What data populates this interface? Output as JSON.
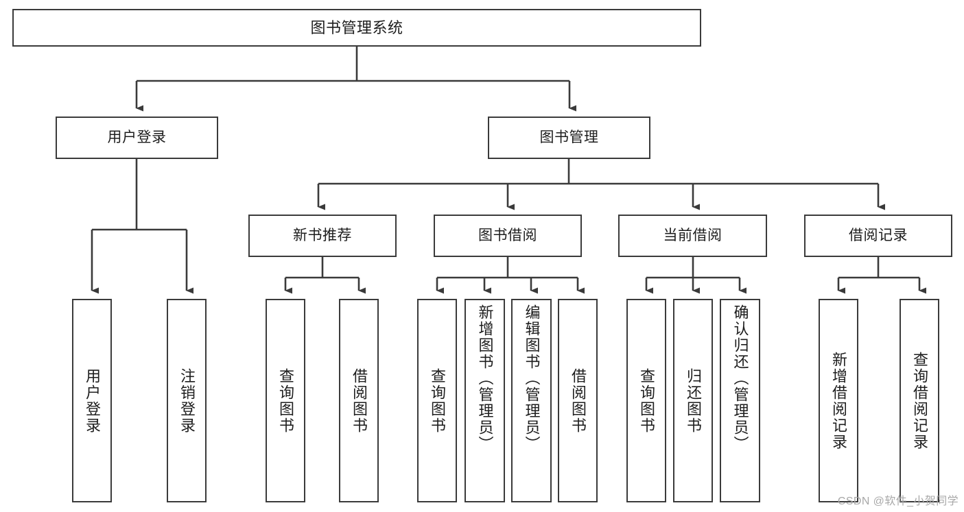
{
  "diagram": {
    "title": "图书管理系统",
    "type": "hierarchy-tree",
    "root": {
      "label": "图书管理系统"
    },
    "level2": [
      {
        "label": "用户登录"
      },
      {
        "label": "图书管理"
      }
    ],
    "level3": [
      {
        "label": "新书推荐"
      },
      {
        "label": "图书借阅"
      },
      {
        "label": "当前借阅"
      },
      {
        "label": "借阅记录"
      }
    ],
    "leaves": {
      "user_login": [
        {
          "label": "用户登录"
        },
        {
          "label": "注销登录"
        }
      ],
      "new_book_recommend": [
        {
          "label": "查询图书"
        },
        {
          "label": "借阅图书"
        }
      ],
      "book_borrow": [
        {
          "label": "查询图书"
        },
        {
          "label": "新增图书（管理员）"
        },
        {
          "label": "编辑图书（管理员）"
        },
        {
          "label": "借阅图书"
        }
      ],
      "current_borrow": [
        {
          "label": "查询图书"
        },
        {
          "label": "归还图书"
        },
        {
          "label": "确认归还（管理员）"
        }
      ],
      "borrow_record": [
        {
          "label": "新增借阅记录"
        },
        {
          "label": "查询借阅记录"
        }
      ]
    },
    "watermark": "CSDN @软件_小贺同学",
    "colors": {
      "stroke": "#3a3a3a",
      "fill": "#ffffff",
      "text": "#1d1d1d",
      "watermark": "#a8a8a8"
    }
  }
}
